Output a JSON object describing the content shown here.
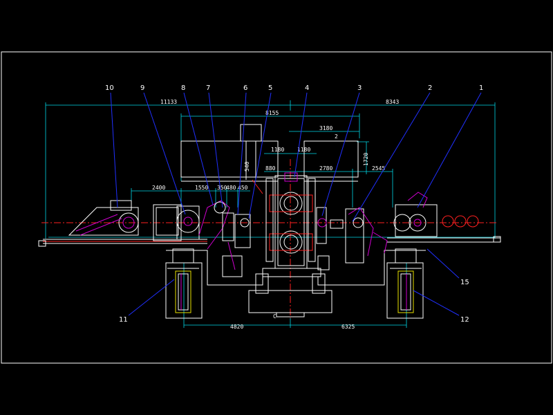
{
  "dimensions": {
    "overall_left": "11133",
    "overall_right": "8343",
    "top_span": "8155",
    "roll_span": "3180",
    "ref_a": "1180",
    "ref_b": "1180",
    "ref_vert": "1720",
    "pass_a": "880",
    "pass_b": "2780",
    "pass_c": "2545",
    "left_a": "2400",
    "left_b": "1550",
    "left_c": "350",
    "left_d": "480",
    "left_e": "450",
    "bottom_left": "4820",
    "bottom_right": "6325",
    "upper_note": "2",
    "vert_small": "540",
    "lower_note": "C"
  },
  "callouts": {
    "c1": "1",
    "c2": "2",
    "c3": "3",
    "c4": "4",
    "c5": "5",
    "c6": "6",
    "c7": "7",
    "c8": "8",
    "c9": "9",
    "c10": "10",
    "c11": "11",
    "c12": "12",
    "c15": "15"
  },
  "colors": {
    "background": "#000000",
    "outline": "#ffffff",
    "dimension": "#00d8e8",
    "leader": "#2030ff",
    "part": "#d000d0",
    "center": "#ff2020"
  }
}
